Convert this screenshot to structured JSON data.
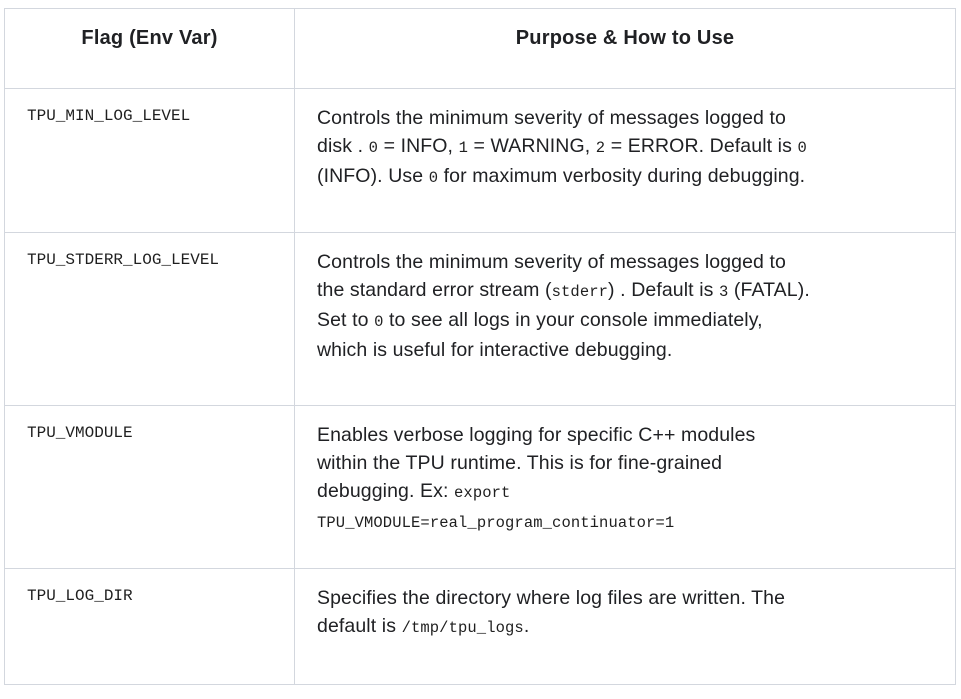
{
  "colors": {
    "border": "#d3d7de",
    "text": "#202124",
    "code_text": "#1f1f1f",
    "background": "#ffffff"
  },
  "table": {
    "headers": [
      {
        "label": "Flag (Env Var)"
      },
      {
        "label": "Purpose & How to Use"
      }
    ],
    "rows": [
      {
        "flag": "TPU_MIN_LOG_LEVEL",
        "purpose_lines": [
          [
            {
              "t": "text",
              "v": "Controls the minimum severity of messages logged to"
            }
          ],
          [
            {
              "t": "text",
              "v": "disk . "
            },
            {
              "t": "code",
              "v": "0"
            },
            {
              "t": "text",
              "v": " = INFO, "
            },
            {
              "t": "code",
              "v": "1"
            },
            {
              "t": "text",
              "v": " = WARNING, "
            },
            {
              "t": "code",
              "v": "2"
            },
            {
              "t": "text",
              "v": " = ERROR. Default is "
            },
            {
              "t": "code",
              "v": "0"
            }
          ],
          [
            {
              "t": "text",
              "v": "(INFO). Use "
            },
            {
              "t": "code",
              "v": "0"
            },
            {
              "t": "text",
              "v": " for maximum verbosity during debugging."
            }
          ]
        ]
      },
      {
        "flag": "TPU_STDERR_LOG_LEVEL",
        "purpose_lines": [
          [
            {
              "t": "text",
              "v": "Controls the minimum severity of messages logged to"
            }
          ],
          [
            {
              "t": "text",
              "v": "the standard error stream ("
            },
            {
              "t": "code",
              "v": "stderr"
            },
            {
              "t": "text",
              "v": ") . Default is "
            },
            {
              "t": "code",
              "v": "3"
            },
            {
              "t": "text",
              "v": " (FATAL)."
            }
          ],
          [
            {
              "t": "text",
              "v": "Set to "
            },
            {
              "t": "code",
              "v": "0"
            },
            {
              "t": "text",
              "v": " to see all logs in your console immediately,"
            }
          ],
          [
            {
              "t": "text",
              "v": "which is useful for interactive debugging."
            }
          ]
        ]
      },
      {
        "flag": "TPU_VMODULE",
        "purpose_lines": [
          [
            {
              "t": "text",
              "v": "Enables verbose logging for specific C++ modules"
            }
          ],
          [
            {
              "t": "text",
              "v": "within the TPU runtime. This is for fine-grained"
            }
          ],
          [
            {
              "t": "text",
              "v": "debugging. Ex: "
            },
            {
              "t": "code",
              "v": "export"
            }
          ],
          [
            {
              "t": "code",
              "v": "TPU_VMODULE=real_program_continuator=1"
            }
          ]
        ]
      },
      {
        "flag": "TPU_LOG_DIR",
        "purpose_lines": [
          [
            {
              "t": "text",
              "v": "Specifies the directory where log files are written. The"
            }
          ],
          [
            {
              "t": "text",
              "v": "default is "
            },
            {
              "t": "code",
              "v": "/tmp/tpu_logs"
            },
            {
              "t": "text",
              "v": "."
            }
          ]
        ]
      }
    ]
  }
}
